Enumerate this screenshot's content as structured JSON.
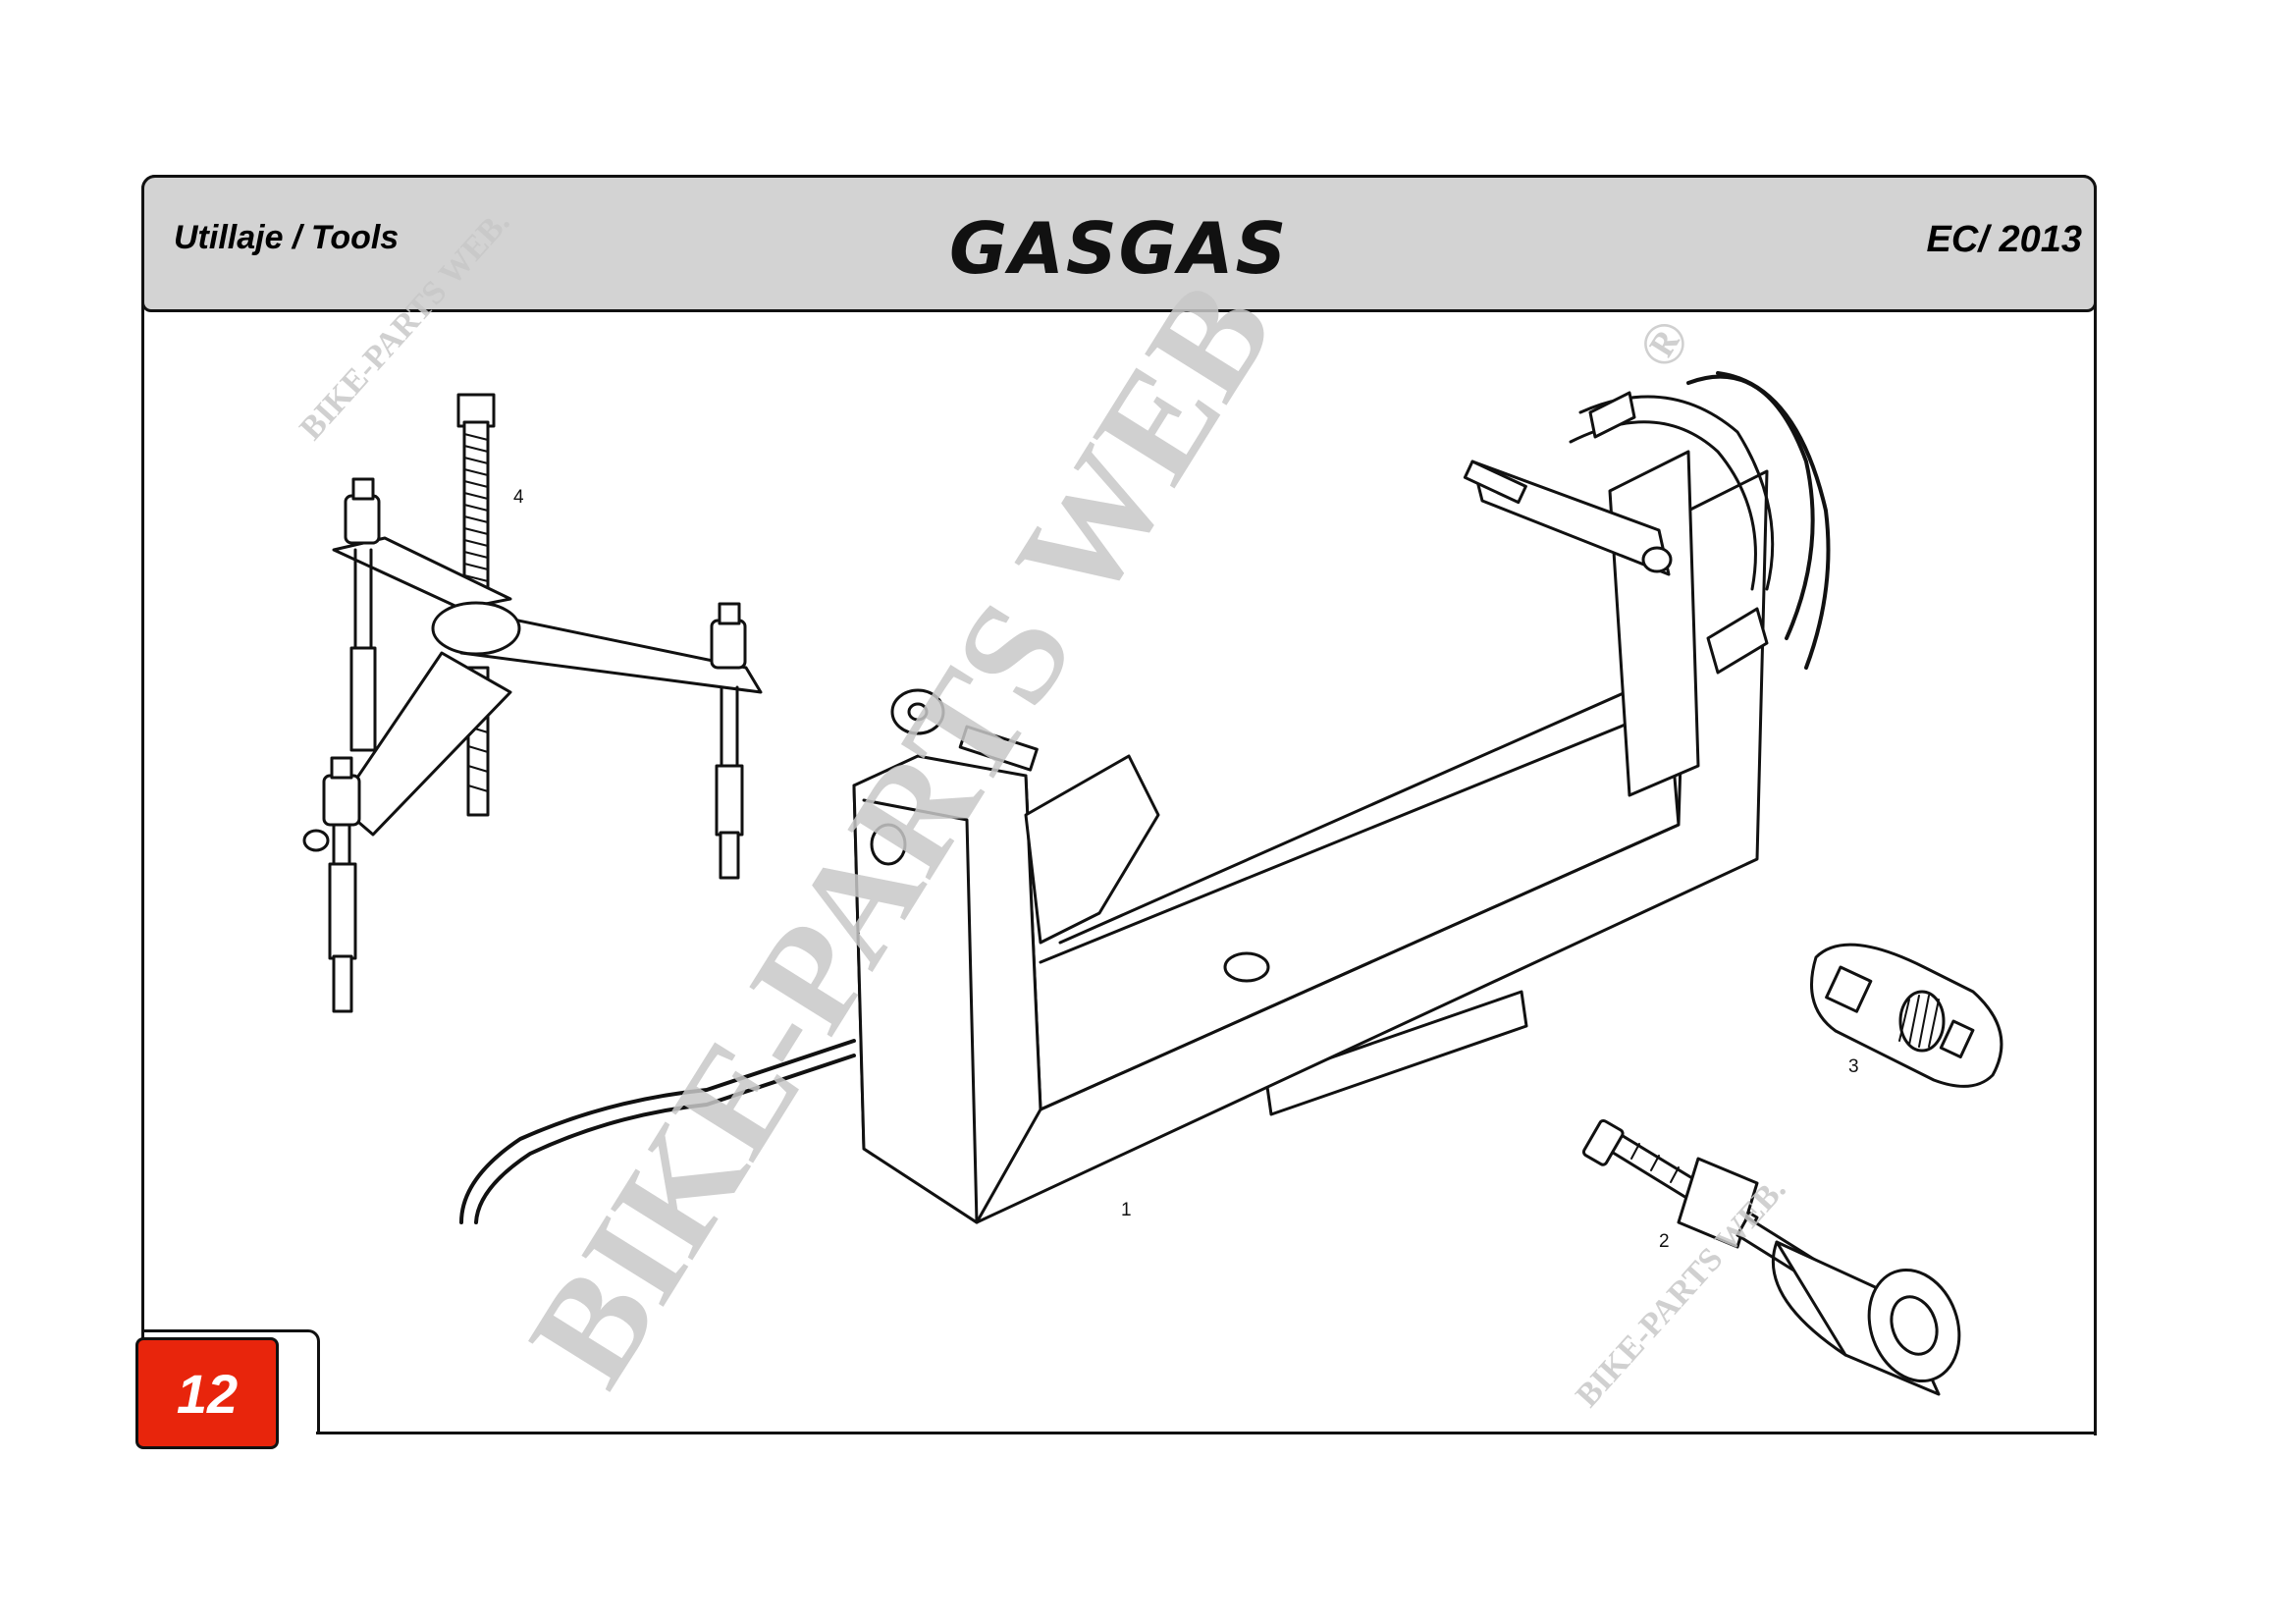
{
  "header": {
    "section_title": "Utillaje / Tools",
    "brand": "GASGAS",
    "model_year": "EC/ 2013"
  },
  "page_number": "12",
  "callouts": {
    "part1": "1",
    "part2": "2",
    "part3": "3",
    "part4": "4"
  },
  "watermark": {
    "main": "BIKE-PARTS WEB",
    "registered": "®",
    "small": "BIKE-PARTS WEB."
  }
}
